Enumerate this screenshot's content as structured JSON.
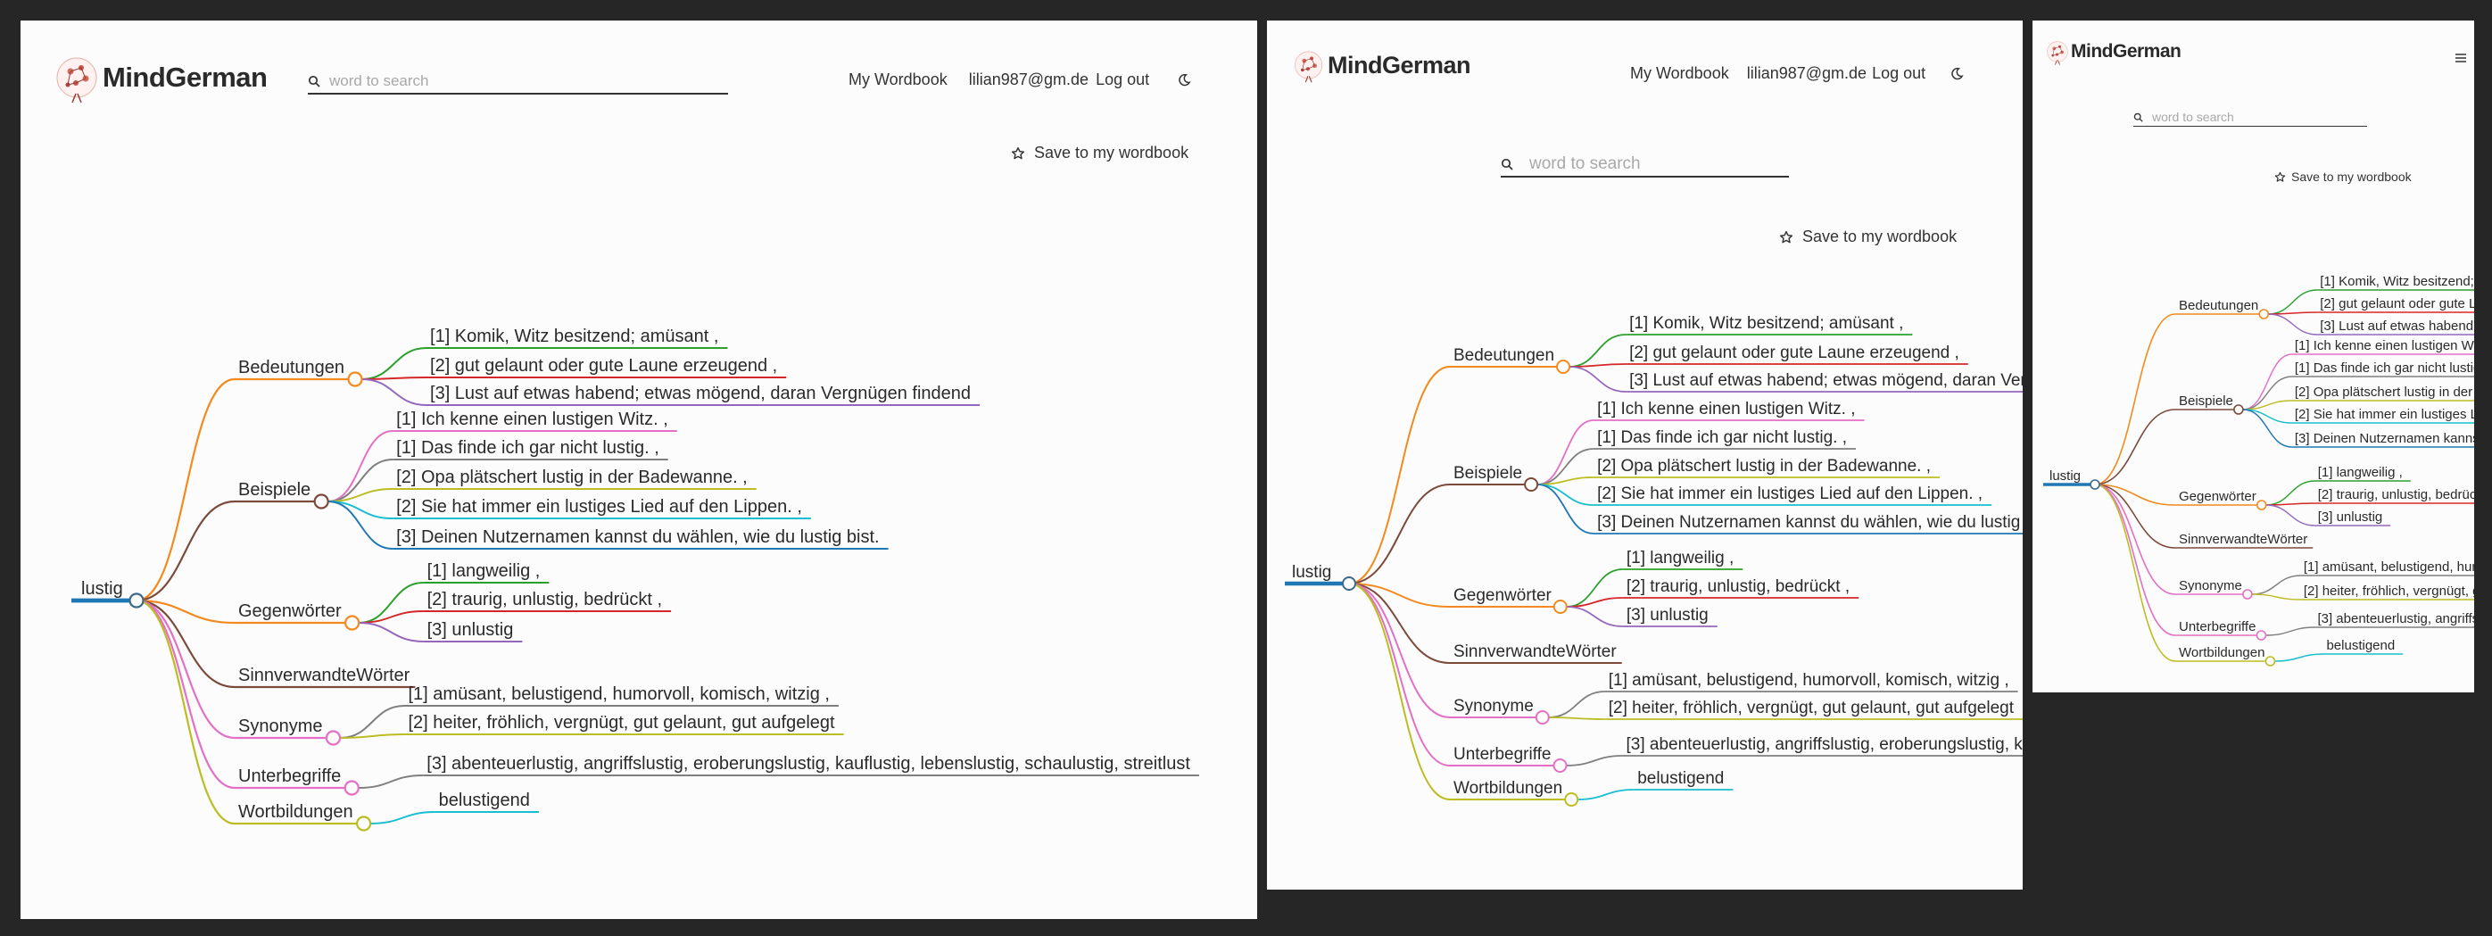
{
  "app": {
    "brand": "MindGerman",
    "search_placeholder": "word to search",
    "nav": {
      "wordbook": "My Wordbook",
      "user_email": "lilian987@gm.de",
      "logout": "Log out"
    },
    "save_label": "Save to my wordbook"
  },
  "colors": {
    "orange": "#f28a1e",
    "brown": "#7b4a3a",
    "pink": "#e36fc6",
    "olive": "#bcbd22",
    "green": "#2ca02c",
    "red": "#d62728",
    "purple": "#9467bd",
    "gray": "#7f7f7f",
    "teal": "#17becf",
    "blue": "#1f77b4"
  },
  "mindmap": {
    "root": "lustig",
    "branches": [
      {
        "label": "Bedeutungen",
        "color": "orange",
        "children": [
          {
            "label": "[1] Komik, Witz besitzend; amüsant ,",
            "color": "green"
          },
          {
            "label": "[2] gut gelaunt oder gute Laune erzeugend ,",
            "color": "red"
          },
          {
            "label": "[3] Lust auf etwas habend; etwas mögend, daran Vergnügen findend",
            "color": "purple"
          }
        ]
      },
      {
        "label": "Beispiele",
        "color": "brown",
        "children": [
          {
            "label": "[1] Ich kenne einen lustigen Witz. ,",
            "color": "pink"
          },
          {
            "label": "[1] Das finde ich gar nicht lustig. ,",
            "color": "gray"
          },
          {
            "label": "[2] Opa plätschert lustig in der Badewanne. ,",
            "color": "olive"
          },
          {
            "label": "[2] Sie hat immer ein lustiges Lied auf den Lippen. ,",
            "color": "teal"
          },
          {
            "label": "[3] Deinen Nutzernamen kannst du wählen, wie du lustig bist.",
            "color": "blue"
          }
        ]
      },
      {
        "label": "Gegenwörter",
        "color": "orange",
        "children": [
          {
            "label": "[1] langweilig ,",
            "color": "green"
          },
          {
            "label": "[2] traurig, unlustig, bedrückt ,",
            "color": "red"
          },
          {
            "label": "[3] unlustig",
            "color": "purple"
          }
        ]
      },
      {
        "label": "SinnverwandteWörter",
        "color": "brown",
        "children": []
      },
      {
        "label": "Synonyme",
        "color": "pink",
        "children": [
          {
            "label": "[1] amüsant, belustigend, humorvoll, komisch, witzig ,",
            "color": "gray"
          },
          {
            "label": "[2] heiter, fröhlich, vergnügt, gut gelaunt, gut aufgelegt",
            "color": "olive"
          }
        ]
      },
      {
        "label": "Unterbegriffe",
        "color": "pink",
        "children": [
          {
            "label": "[3] abenteuerlustig, angriffslustig, eroberungslustig, kauflustig, lebenslustig, schaulustig, streitlust",
            "color": "gray"
          }
        ]
      },
      {
        "label": "Wortbildungen",
        "color": "olive",
        "children": [
          {
            "label": "belustigend",
            "color": "teal"
          }
        ]
      }
    ]
  }
}
